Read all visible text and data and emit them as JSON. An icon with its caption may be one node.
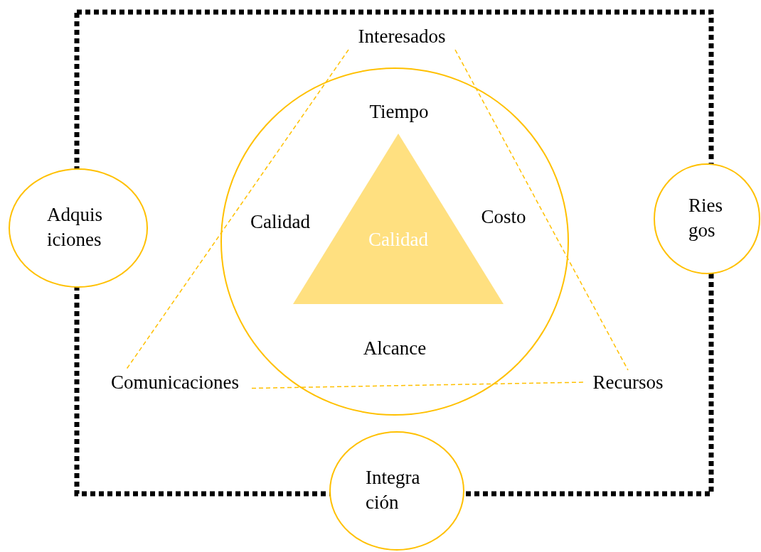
{
  "diagram": {
    "nodes": [
      {
        "text": [
          "Interesados"
        ]
      },
      {
        "text": [],
        "shape": "circle"
      },
      {
        "text": [
          "Calidad"
        ],
        "in": 1,
        "beside": [
          "Tiempo",
          "Calidad",
          "Costo",
          "Alcance"
        ]
      },
      {
        "text": [
          "Adquis iciones"
        ]
      },
      {
        "text": [
          "Ries gos"
        ]
      },
      {
        "text": [
          "Comunicaciones"
        ]
      },
      {
        "text": [
          "Recursos"
        ]
      },
      {
        "text": [
          "Integra ción"
        ]
      }
    ],
    "edges": [
      {
        "from": 0,
        "to": 5,
        "arrow": "none",
        "style": "dashed"
      },
      {
        "from": 0,
        "to": 6,
        "arrow": "none",
        "style": "dashed"
      },
      {
        "from": 5,
        "to": 6,
        "arrow": "none",
        "style": "dashed"
      }
    ]
  }
}
